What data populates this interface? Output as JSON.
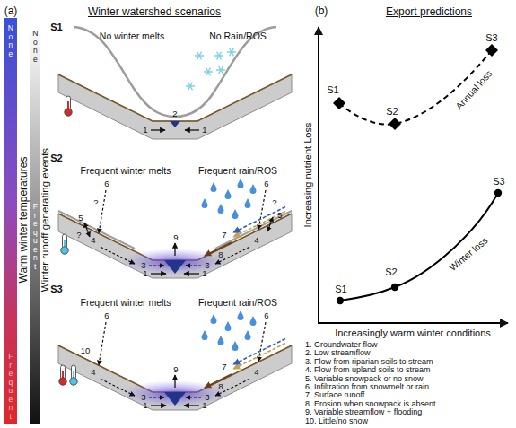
{
  "diagram": {
    "nodes": [
      {
        "text": [
          "None",
          "Frequent"
        ]
      },
      {
        "text": [
          "None",
          "Frequent"
        ]
      }
    ],
    "labels": [
      "(a)",
      "Winter watershed scenarios",
      "(b)",
      "Export predictions",
      "Warm winter temperatures",
      "Winter runoff generating events",
      "S1",
      "No winter melts",
      "No Rain/ROS",
      "2",
      "1",
      "1",
      "S2",
      "Frequent winter melts",
      "Frequent rain/ROS",
      "6",
      "?",
      "5",
      "?",
      "4",
      "3",
      "1",
      "9",
      "6",
      "?",
      "5",
      "7",
      "8",
      "4",
      "3",
      "1",
      "S3",
      "Frequent winter melts",
      "Frequent rain/ROS",
      "6",
      "10",
      "4",
      "3",
      "1",
      "9",
      "6",
      "7",
      "8",
      "4",
      "3",
      "1",
      "Increasing nutrient Loss",
      "Increasingly warm winter conditions",
      "S1",
      "S2",
      "S3",
      "Annual loss",
      "S1",
      "S2",
      "S3",
      "Winter loss",
      "1. Groundwater flow",
      "2. Low streamflow",
      "3. Flow from riparian soils to stream",
      "4. Flow from upland soils to stream",
      "5. Variable snowpack or no snow",
      "6. Infiltration from snowmelt or rain",
      "7. Surface runoff",
      "8. Erosion when snowpack is absent",
      "9. Variable streamflow + flooding",
      "10. Little/no snow"
    ]
  }
}
